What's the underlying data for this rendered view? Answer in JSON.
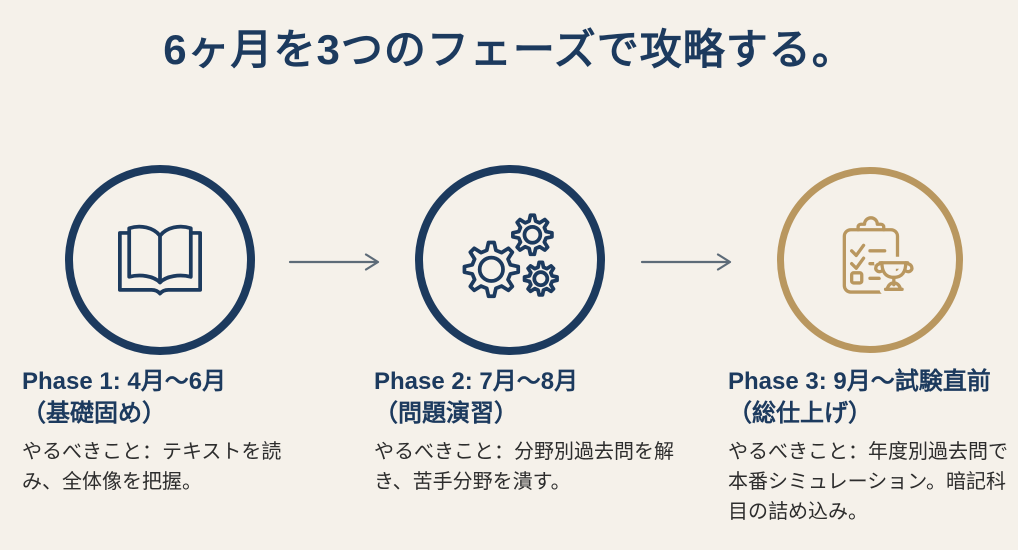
{
  "title": "6ヶ月を3つのフェーズで攻略する。",
  "colors": {
    "background": "#f5f1ea",
    "navy": "#1c3a5e",
    "gold": "#b9975f",
    "arrow": "#5d6b78",
    "body_text": "#2d2d2d"
  },
  "phases": [
    {
      "icon": "open-book-icon",
      "heading_line1": "Phase 1: 4月〜6月",
      "heading_line2": "（基礎固め）",
      "description": "やるべきこと：テキストを読み、全体像を把握。"
    },
    {
      "icon": "gears-icon",
      "heading_line1": "Phase 2: 7月〜8月",
      "heading_line2": "（問題演習）",
      "description": "やるべきこと：分野別過去問を解き、苦手分野を潰す。"
    },
    {
      "icon": "checklist-trophy-icon",
      "heading_line1": "Phase 3: 9月〜試験直前",
      "heading_line2": "（総仕上げ）",
      "description": "やるべきこと：年度別過去問で本番シミュレーション。暗記科目の詰め込み。"
    }
  ]
}
